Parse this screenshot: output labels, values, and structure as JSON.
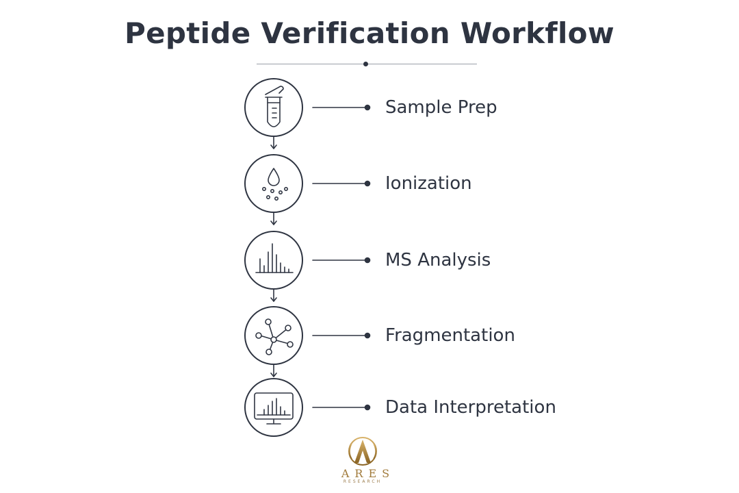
{
  "title": "Peptide Verification Workflow",
  "steps": [
    {
      "label": "Sample Prep",
      "icon": "test-tube-icon"
    },
    {
      "label": "Ionization",
      "icon": "droplet-icon"
    },
    {
      "label": "MS Analysis",
      "icon": "spectrum-icon"
    },
    {
      "label": "Fragmentation",
      "icon": "molecule-icon"
    },
    {
      "label": "Data Interpretation",
      "icon": "monitor-chart-icon"
    }
  ],
  "logo": {
    "name": "ARES",
    "sub": "RESEARCH",
    "color": "#a07a3a"
  },
  "colors": {
    "ink": "#2e3441",
    "rule": "#9aa0a8"
  }
}
